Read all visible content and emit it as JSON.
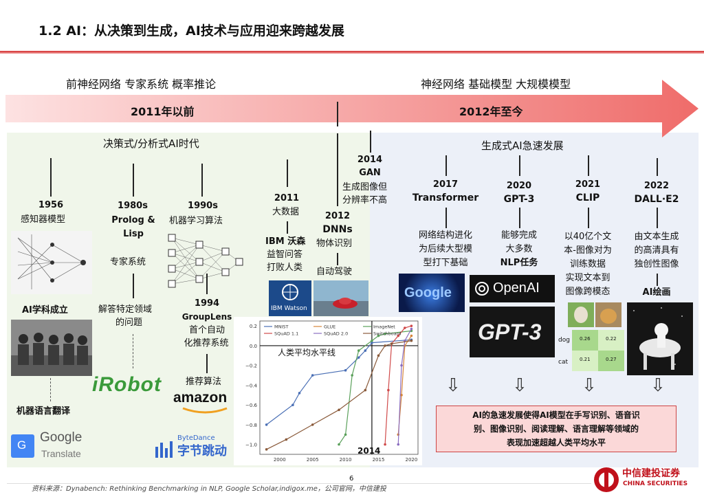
{
  "header": {
    "title": "1.2 AI：从决策到生成，AI技术与应用迎来跨越发展"
  },
  "top": {
    "left_phases": "前神经网络  专家系统   概率推论",
    "right_phases": "神经网络  基础模型  大规模模型"
  },
  "timeline": {
    "left_label": "2011年以前",
    "right_label": "2012年至今"
  },
  "eras": {
    "left": "决策式/分析式AI时代",
    "right": "生成式AI急速发展"
  },
  "left_events": {
    "e1956": {
      "year": "1956",
      "desc": "感知器模型",
      "sub": "AI学科成立",
      "bottom": "机器语言翻译"
    },
    "e1980": {
      "year": "1980s",
      "desc1": "Prolog &",
      "desc2": "Lisp",
      "sub": "专家系统",
      "sub2a": "解答特定领域",
      "sub2b": "的问题"
    },
    "e1990": {
      "year": "1990s",
      "desc": "机器学习算法"
    },
    "e1994": {
      "year": "1994",
      "l1": "GroupLens",
      "l2": "首个自动",
      "l3": "化推荐系统",
      "l4": "推荐算法"
    },
    "e2011": {
      "year": "2011",
      "desc": "大数据",
      "l1": "IBM 沃森",
      "l2": "益智问答",
      "l3": "打败人类"
    },
    "e2012": {
      "year": "2012",
      "desc": "DNNs",
      "sub": "物体识别",
      "sub2": "自动驾驶"
    },
    "e2014": {
      "year": "2014",
      "desc": "GAN",
      "l1": "生成图像但",
      "l2": "分辨率不高"
    }
  },
  "right_events": [
    {
      "year": "2017",
      "name": "Transformer",
      "d1": "网络结构进化",
      "d2": "为后续大型模",
      "d3": "型打下基础"
    },
    {
      "year": "2020",
      "name": "GPT-3",
      "d1": "能够完成",
      "d2": "大多数",
      "d3": "NLP任务"
    },
    {
      "year": "2021",
      "name": "CLIP",
      "d1": "以40亿个文",
      "d2": "本-图像对为",
      "d3": "训练数据",
      "d4": "实现文本到",
      "d5": "图像跨模态"
    },
    {
      "year": "2022",
      "name": "DALL·E2",
      "d1": "由文本生成",
      "d2": "的高清具有",
      "d3": "独创性图像",
      "d4": "AI绘画"
    }
  ],
  "logos": {
    "google_translate_1": "Google",
    "google_translate_2": "Translate",
    "irobot": "iRobot",
    "amazon": "amazon",
    "bytedance_1": "ByteDance",
    "bytedance_2": "字节跳动",
    "ibm": "IBM Watson",
    "openai": "OpenAI",
    "gpt3": "GPT-3",
    "google": "Google",
    "dog": "dog",
    "cat": "cat",
    "v1": "0.26",
    "v2": "0.22",
    "v3": "0.21",
    "v4": "0.27"
  },
  "chart_data": {
    "type": "line",
    "title": "",
    "xlabel": "",
    "ylabel": "",
    "xlim": [
      1997,
      2021
    ],
    "ylim": [
      -1.1,
      0.25
    ],
    "xticks": [
      "2000",
      "2005",
      "2010",
      "2015",
      "2020"
    ],
    "yticks": [
      "0.2",
      "0.0",
      "−0.2",
      "−0.4",
      "−0.6",
      "−0.8",
      "−1.0"
    ],
    "annotation": "人类平均水平线",
    "year_label": "2014",
    "series": [
      {
        "name": "MNIST",
        "color": "#4a6fb5",
        "points": [
          [
            1998,
            -0.8
          ],
          [
            2002,
            -0.6
          ],
          [
            2003,
            -0.48
          ],
          [
            2005,
            -0.3
          ],
          [
            2010,
            -0.25
          ],
          [
            2012,
            -0.12
          ],
          [
            2013,
            -0.05
          ],
          [
            2014,
            0.03
          ],
          [
            2020,
            0.06
          ]
        ]
      },
      {
        "name": "GLUE",
        "color": "#d4843a",
        "points": [
          [
            2018,
            -0.9
          ],
          [
            2018.5,
            -0.5
          ],
          [
            2019,
            0.0
          ],
          [
            2020,
            0.1
          ]
        ]
      },
      {
        "name": "ImageNet",
        "color": "#5aa05a",
        "points": [
          [
            2009,
            -1.0
          ],
          [
            2010,
            -0.9
          ],
          [
            2011,
            -0.3
          ],
          [
            2012,
            -0.05
          ],
          [
            2014,
            0.05
          ],
          [
            2015,
            0.1
          ],
          [
            2016,
            0.12
          ],
          [
            2020,
            0.15
          ]
        ]
      },
      {
        "name": "SQuAD 1.1",
        "color": "#d04a4a",
        "points": [
          [
            2016,
            -1.0
          ],
          [
            2016.5,
            -0.45
          ],
          [
            2017,
            0.02
          ],
          [
            2018,
            0.1
          ],
          [
            2019,
            0.18
          ],
          [
            2020,
            0.2
          ]
        ]
      },
      {
        "name": "SQuAD 2.0",
        "color": "#8a6dc0",
        "points": [
          [
            2018,
            -1.0
          ],
          [
            2018.5,
            -0.2
          ],
          [
            2019,
            0.05
          ],
          [
            2020,
            0.17
          ]
        ]
      },
      {
        "name": "Switchboard",
        "color": "#8a5a3a",
        "points": [
          [
            1998,
            -1.05
          ],
          [
            2001,
            -0.95
          ],
          [
            2005,
            -0.8
          ],
          [
            2009,
            -0.65
          ],
          [
            2013,
            -0.45
          ],
          [
            2015,
            -0.1
          ],
          [
            2016,
            0.0
          ],
          [
            2017,
            0.02
          ],
          [
            2020,
            0.05
          ]
        ]
      }
    ]
  },
  "callout": {
    "l1": "AI的急速发展使得AI模型在手写识别、语音识",
    "l2": "别、图像识别、阅读理解、语言理解等领域的",
    "l3": "表现加速超越人类平均水平"
  },
  "footer": {
    "page": "6",
    "source": "资料来源：Dynabench: Rethinking Benchmarking in NLP, Google Scholar,indigox.me，公司官网，中信建投",
    "brand_cn": "中信建投证券",
    "brand_en": "CHINA SECURITIES"
  },
  "colors": {
    "accent": "#c0101a",
    "arrow": "#f07a78"
  }
}
